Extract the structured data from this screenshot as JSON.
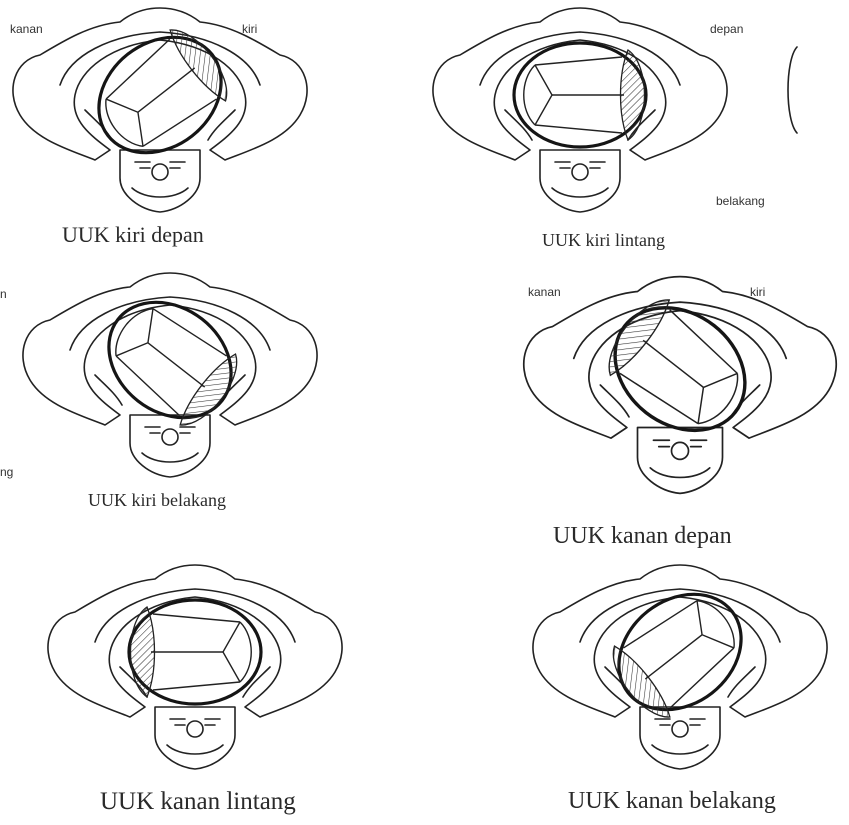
{
  "figure": {
    "panels": [
      {
        "caption": "UUK kiri depan",
        "labels": {
          "left": "kanan",
          "right": "kiri"
        },
        "fontanel": "right",
        "rotation": -38
      },
      {
        "caption": "UUK kiri lintang",
        "labels": {
          "top": "depan",
          "bottom": "belakang"
        },
        "fontanel": "right",
        "rotation": 0
      },
      {
        "caption": "UUK kiri belakang",
        "labels": {
          "left_fragment": "n",
          "bottom_fragment": "ng"
        },
        "fontanel": "right",
        "rotation": 38
      },
      {
        "caption": "UUK kanan depan",
        "labels": {
          "left": "kanan",
          "right": "kiri"
        },
        "fontanel": "left",
        "rotation": 38
      },
      {
        "caption": "UUK kanan lintang",
        "labels": {},
        "fontanel": "left",
        "rotation": 0
      },
      {
        "caption": "UUK kanan belakang",
        "labels": {},
        "fontanel": "left",
        "rotation": -38
      }
    ]
  }
}
